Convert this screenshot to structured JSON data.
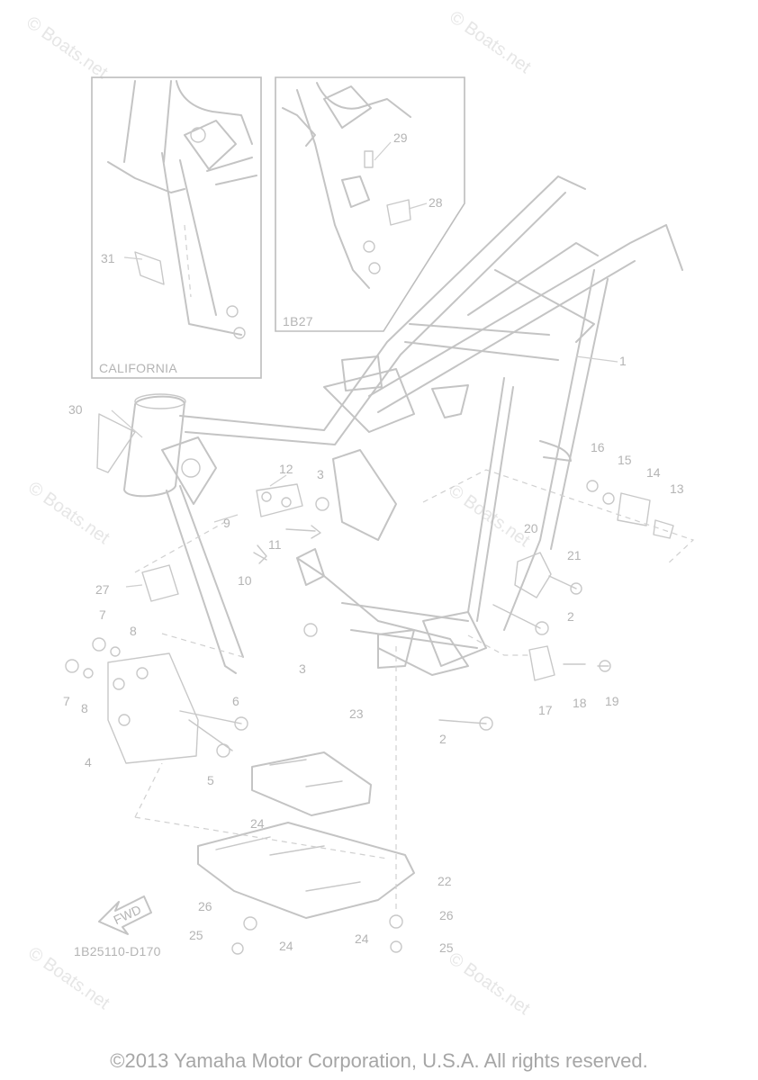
{
  "watermarks": [
    "© Boats.net",
    "© Boats.net",
    "© Boats.net",
    "© Boats.net",
    "© Boats.net",
    "© Boats.net"
  ],
  "insets": {
    "california": {
      "label": "CALIFORNIA",
      "part": "31"
    },
    "variant": {
      "label": "1B27",
      "parts": [
        "29",
        "28"
      ]
    }
  },
  "diagram_code": "1B25110-D170",
  "fwd_label": "FWD",
  "callouts": [
    "1",
    "2",
    "2",
    "3",
    "3",
    "4",
    "5",
    "6",
    "7",
    "7",
    "8",
    "8",
    "9",
    "10",
    "11",
    "12",
    "13",
    "14",
    "15",
    "16",
    "17",
    "18",
    "19",
    "20",
    "21",
    "22",
    "23",
    "24",
    "24",
    "24",
    "25",
    "25",
    "26",
    "26",
    "27",
    "30"
  ],
  "copyright": "©2013 Yamaha Motor Corporation, U.S.A. All rights reserved.",
  "colors": {
    "line": "#c4c4c4",
    "text": "#b4b4b4",
    "watermark": "#e6e6e6",
    "copyright": "#a6a6a6"
  }
}
